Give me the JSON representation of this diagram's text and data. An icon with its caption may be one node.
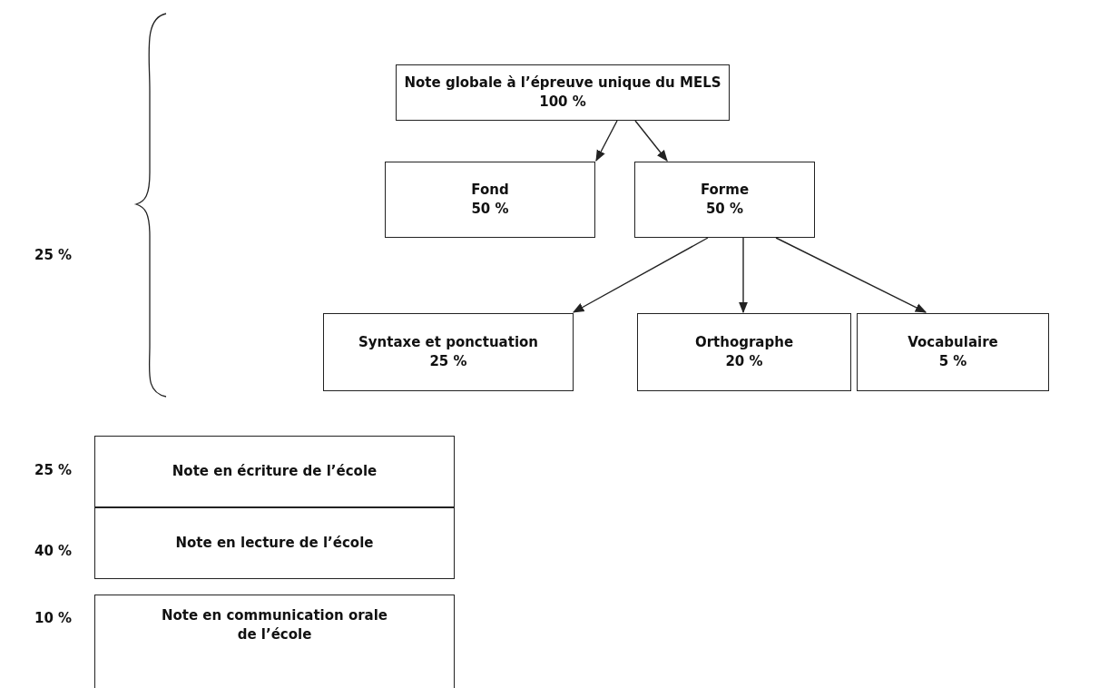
{
  "diagram": {
    "nodes": [
      {
        "text": [
          "Note globale à l’épreuve unique du MELS",
          "100 %"
        ]
      },
      {
        "text": [
          "Fond",
          "50 %"
        ]
      },
      {
        "text": [
          "Forme",
          "50 %"
        ]
      },
      {
        "text": [
          "Syntaxe et ponctuation",
          "25 %"
        ]
      },
      {
        "text": [
          "Orthographe",
          "20 %"
        ]
      },
      {
        "text": [
          "Vocabulaire",
          "5 %"
        ]
      },
      {
        "text": [
          "Note en écriture de l’école"
        ],
        "beside": [
          "25 %"
        ]
      },
      {
        "text": [
          "Note en lecture de l’école"
        ],
        "beside": [
          "40 %"
        ]
      },
      {
        "text": [
          "Note en communication orale de l’école"
        ],
        "beside": [
          "10 %"
        ]
      }
    ],
    "edges": [
      {
        "from": 0,
        "to": 1,
        "arrow": "to"
      },
      {
        "from": 0,
        "to": 2,
        "arrow": "to"
      },
      {
        "from": 2,
        "to": 3,
        "arrow": "to"
      },
      {
        "from": 2,
        "to": 4,
        "arrow": "to"
      },
      {
        "from": 2,
        "to": 5,
        "arrow": "to"
      }
    ],
    "labels": [
      "25 %"
    ]
  }
}
